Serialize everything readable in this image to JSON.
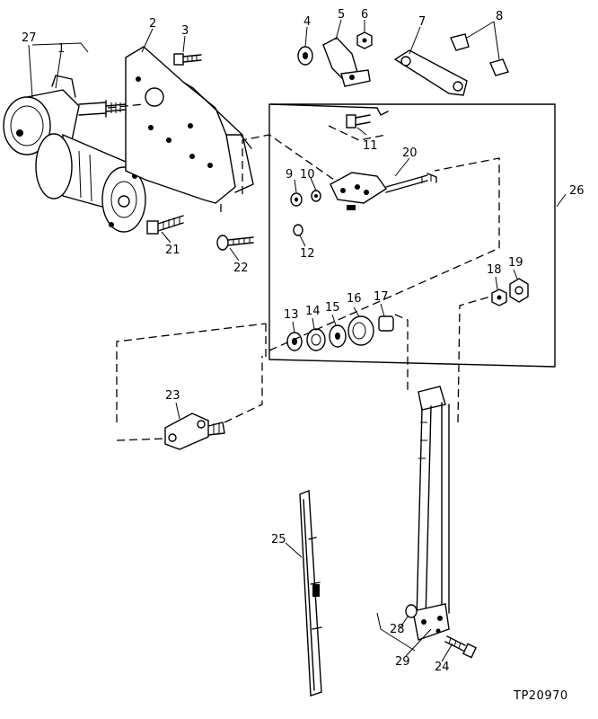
{
  "figure_ref": "TP20970",
  "callouts": [
    {
      "id": "c1",
      "label": "1"
    },
    {
      "id": "c2",
      "label": "2"
    },
    {
      "id": "c3",
      "label": "3"
    },
    {
      "id": "c4",
      "label": "4"
    },
    {
      "id": "c5",
      "label": "5"
    },
    {
      "id": "c6",
      "label": "6"
    },
    {
      "id": "c7",
      "label": "7"
    },
    {
      "id": "c8",
      "label": "8"
    },
    {
      "id": "c9",
      "label": "9"
    },
    {
      "id": "c10",
      "label": "10"
    },
    {
      "id": "c11",
      "label": "11"
    },
    {
      "id": "c12",
      "label": "12"
    },
    {
      "id": "c13",
      "label": "13"
    },
    {
      "id": "c14",
      "label": "14"
    },
    {
      "id": "c15",
      "label": "15"
    },
    {
      "id": "c16",
      "label": "16"
    },
    {
      "id": "c17",
      "label": "17"
    },
    {
      "id": "c18",
      "label": "18"
    },
    {
      "id": "c19",
      "label": "19"
    },
    {
      "id": "c20",
      "label": "20"
    },
    {
      "id": "c21",
      "label": "21"
    },
    {
      "id": "c22",
      "label": "22"
    },
    {
      "id": "c23",
      "label": "23"
    },
    {
      "id": "c24",
      "label": "24"
    },
    {
      "id": "c25",
      "label": "25"
    },
    {
      "id": "c26",
      "label": "26"
    },
    {
      "id": "c27",
      "label": "27"
    },
    {
      "id": "c28",
      "label": "28"
    },
    {
      "id": "c29",
      "label": "29"
    }
  ]
}
